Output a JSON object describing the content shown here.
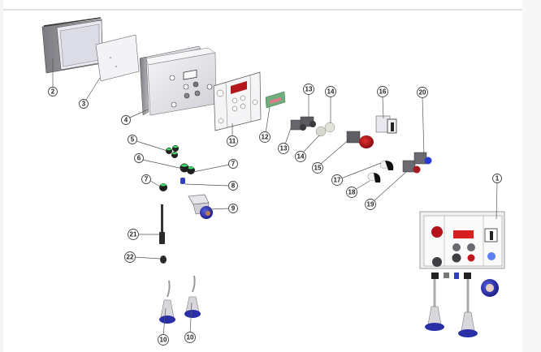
{
  "diagram": {
    "type": "exploded-parts-diagram",
    "subject": "Electrical control box assembly",
    "callouts": [
      {
        "id": "c1",
        "label": "1",
        "part": "assembled-control-box"
      },
      {
        "id": "c2",
        "label": "2",
        "part": "rear-housing"
      },
      {
        "id": "c3",
        "label": "3",
        "part": "mounting-plate"
      },
      {
        "id": "c4",
        "label": "4",
        "part": "front-enclosure"
      },
      {
        "id": "c5",
        "label": "5",
        "part": "small-cable-glands"
      },
      {
        "id": "c6",
        "label": "6",
        "part": "large-cable-glands"
      },
      {
        "id": "c7a",
        "label": "7",
        "part": "cable-gland-nut"
      },
      {
        "id": "c7b",
        "label": "7",
        "part": "cable-gland"
      },
      {
        "id": "c8",
        "label": "8",
        "part": "blue-gland"
      },
      {
        "id": "c9",
        "label": "9",
        "part": "panel-socket-with-bracket"
      },
      {
        "id": "c10a",
        "label": "10",
        "part": "cable-plug"
      },
      {
        "id": "c10b",
        "label": "10",
        "part": "cable-plug"
      },
      {
        "id": "c11",
        "label": "11",
        "part": "front-label-overlay"
      },
      {
        "id": "c12",
        "label": "12",
        "part": "display-pcb"
      },
      {
        "id": "c13a",
        "label": "13",
        "part": "contact-block"
      },
      {
        "id": "c13b",
        "label": "13",
        "part": "contact-block"
      },
      {
        "id": "c14a",
        "label": "14",
        "part": "indicator-lens"
      },
      {
        "id": "c14b",
        "label": "14",
        "part": "indicator-lens"
      },
      {
        "id": "c15",
        "label": "15",
        "part": "emergency-stop-button"
      },
      {
        "id": "c16",
        "label": "16",
        "part": "main-rotary-switch"
      },
      {
        "id": "c17",
        "label": "17",
        "part": "selector-switch"
      },
      {
        "id": "c18",
        "label": "18",
        "part": "selector-switch-knob"
      },
      {
        "id": "c19",
        "label": "19",
        "part": "red-pushbutton"
      },
      {
        "id": "c20",
        "label": "20",
        "part": "blue-pushbutton"
      },
      {
        "id": "c21",
        "label": "21",
        "part": "temperature-probe"
      },
      {
        "id": "c22",
        "label": "22",
        "part": "blanking-plug"
      }
    ],
    "colors": {
      "emergency_red": "#b5121b",
      "display_red": "#d42020",
      "connector_blue": "#2a2fa8",
      "indicator_blue": "#5b7df0",
      "gland_green": "#3ddc6a",
      "pcb_green": "#6fae7c",
      "housing_gray": "#e6e6ea",
      "dark_gray": "#4a4a4e"
    }
  }
}
